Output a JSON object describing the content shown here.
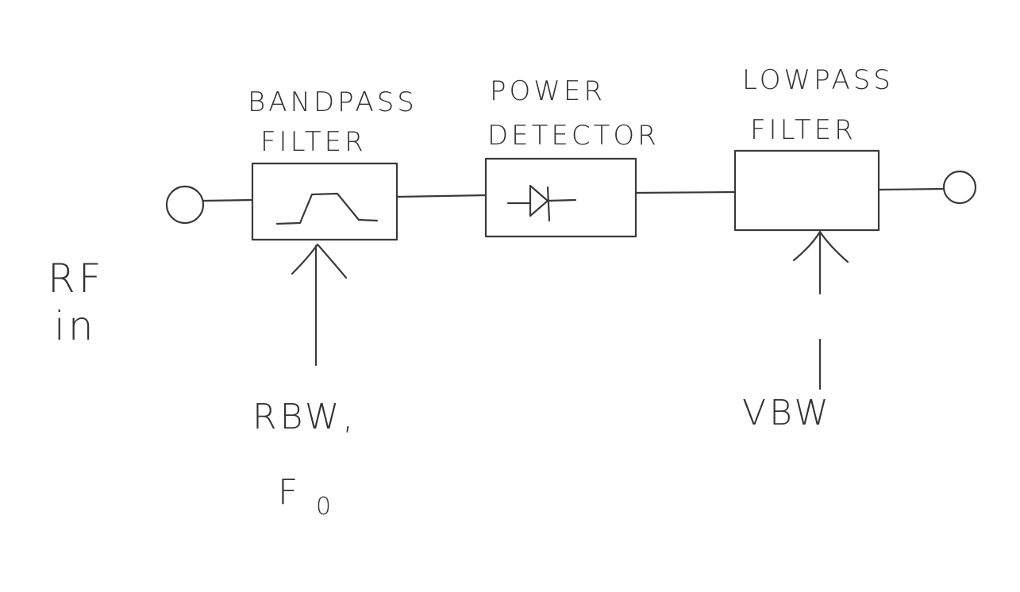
{
  "diagram": {
    "type": "block-diagram",
    "style": "hand-drawn",
    "input": {
      "label_line1": "RF",
      "label_line2": "in"
    },
    "blocks": [
      {
        "id": "bandpass",
        "title_line1": "BANDPASS",
        "title_line2": "FILTER",
        "symbol": "bandpass-curve",
        "control": {
          "label_line1": "RBW,",
          "label_line2": "F",
          "label_subscript": "0"
        }
      },
      {
        "id": "detector",
        "title_line1": "POWER",
        "title_line2": "DETECTOR",
        "symbol": "diode"
      },
      {
        "id": "lowpass",
        "title_line1": "LOWPASS",
        "title_line2": "FILTER",
        "symbol": "none",
        "control": {
          "label_line1": "VBW"
        }
      }
    ],
    "connections": [
      [
        "input-port",
        "bandpass"
      ],
      [
        "bandpass",
        "detector"
      ],
      [
        "detector",
        "lowpass"
      ],
      [
        "lowpass",
        "output-port"
      ]
    ]
  }
}
